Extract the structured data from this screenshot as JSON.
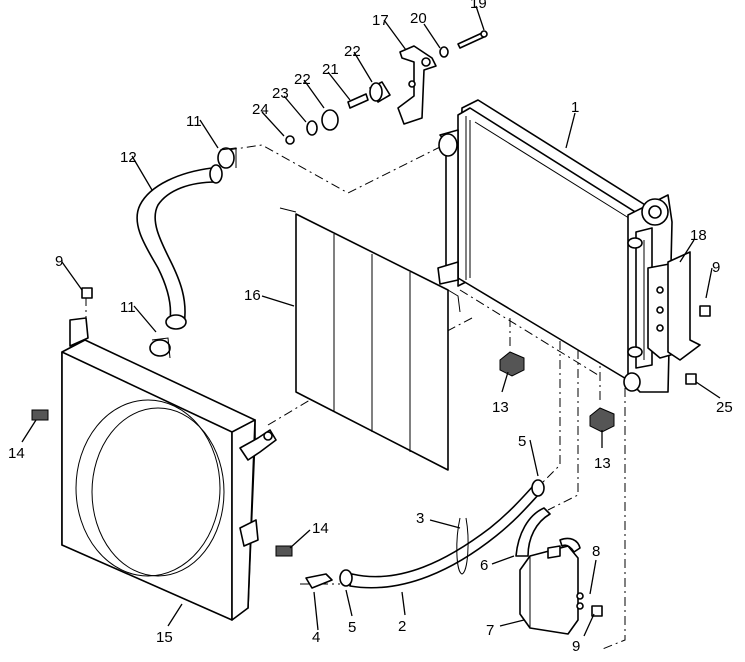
{
  "callouts": {
    "c1": "1",
    "c2": "2",
    "c3": "3",
    "c4": "4",
    "c5a": "5",
    "c5b": "5",
    "c6": "6",
    "c7": "7",
    "c8": "8",
    "c9a": "9",
    "c9b": "9",
    "c9c": "9",
    "c11a": "11",
    "c11b": "11",
    "c12": "12",
    "c13a": "13",
    "c13b": "13",
    "c14a": "14",
    "c14b": "14",
    "c15": "15",
    "c16": "16",
    "c17": "17",
    "c18": "18",
    "c19": "19",
    "c20": "20",
    "c21": "21",
    "c22a": "22",
    "c22b": "22",
    "c23": "23",
    "c24": "24",
    "c25": "25"
  }
}
